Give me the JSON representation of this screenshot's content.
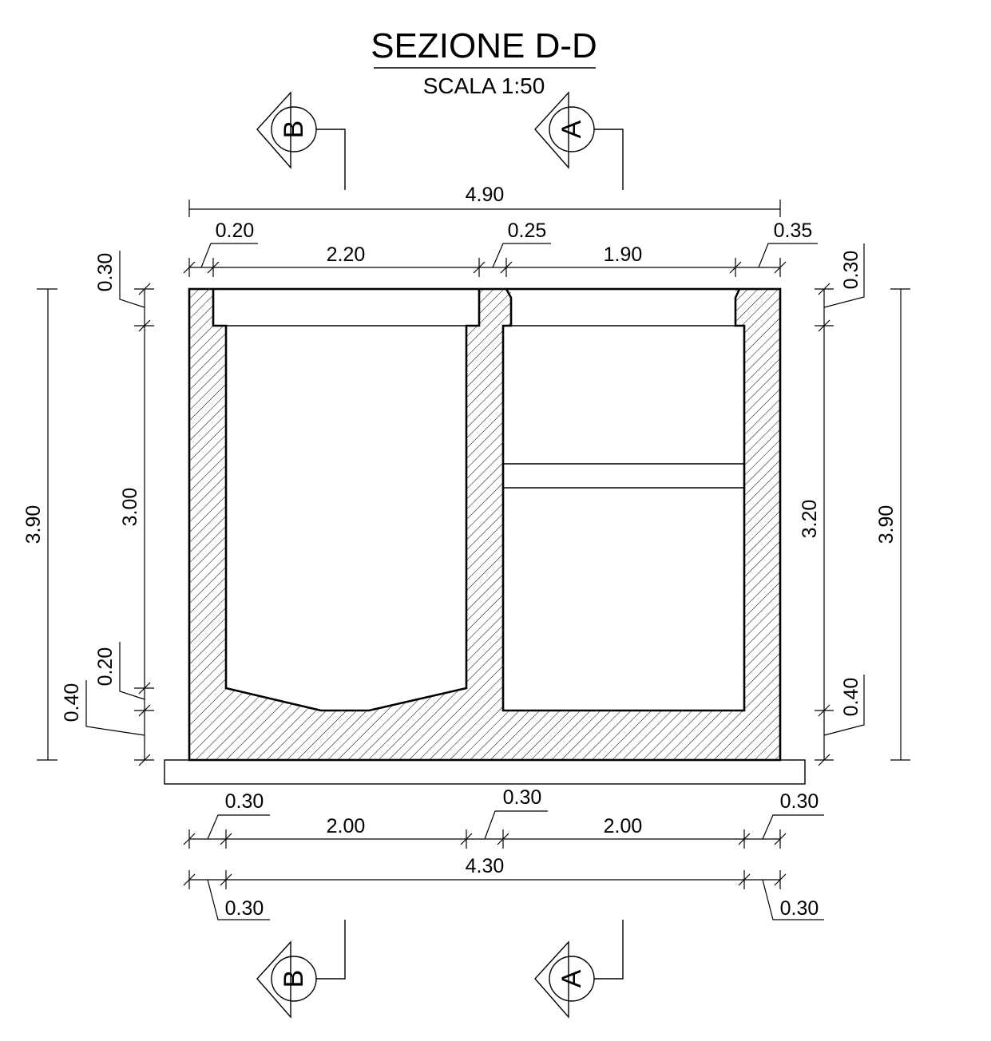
{
  "title": "SEZIONE D-D",
  "subtitle": "SCALA 1:50",
  "section_markers": {
    "top_left": "B",
    "top_right": "A",
    "bottom_left": "B",
    "bottom_right": "A"
  },
  "dimensions": {
    "total_width_top": "4.90",
    "left_wall_top": "0.20",
    "left_cell_width": "2.20",
    "middle_wall_top": "0.25",
    "right_cell_width": "1.90",
    "right_wall_top": "0.35",
    "top_slab_left": "0.30",
    "top_slab_right": "0.30",
    "total_height_left": "3.90",
    "left_cell_height": "3.00",
    "left_slope": "0.20",
    "left_base": "0.40",
    "right_cell_height": "3.20",
    "right_base": "0.40",
    "total_height_right": "3.90",
    "bottom_left_wall": "0.30",
    "bottom_left_cell": "2.00",
    "bottom_middle_wall": "0.30",
    "bottom_right_cell": "2.00",
    "bottom_right_wall": "0.30",
    "total_width_bottom": "4.30",
    "bottom_left_offset": "0.30",
    "bottom_right_offset": "0.30"
  },
  "colors": {
    "line": "#000000",
    "background": "#ffffff"
  }
}
